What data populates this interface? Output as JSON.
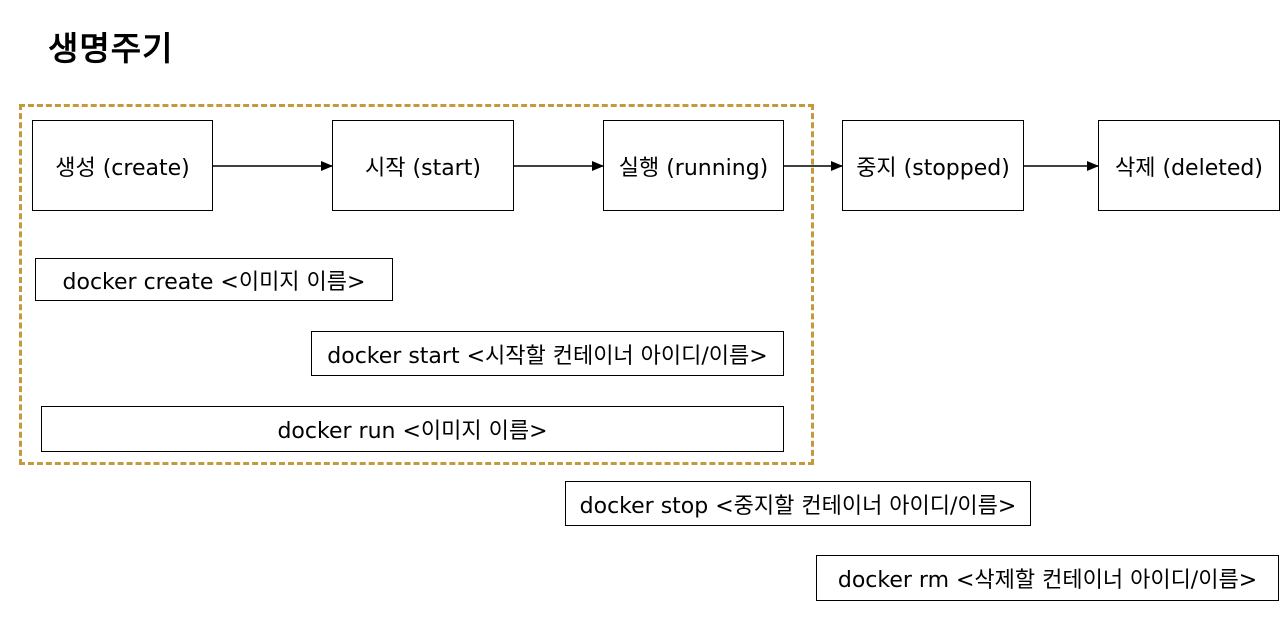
{
  "title": "생명주기",
  "colors": {
    "dashed_border": "#c39b3d",
    "stroke": "#000000"
  },
  "states": [
    {
      "label": "생성 (create)"
    },
    {
      "label": "시작 (start)"
    },
    {
      "label": "실행 (running)"
    },
    {
      "label": "중지 (stopped)"
    },
    {
      "label": "삭제 (deleted)"
    }
  ],
  "commands": [
    {
      "label": "docker create <이미지 이름>"
    },
    {
      "label": "docker start <시작할 컨테이너 아이디/이름>"
    },
    {
      "label": "docker run <이미지 이름>"
    },
    {
      "label": "docker stop <중지할 컨테이너 아이디/이름>"
    },
    {
      "label": "docker rm <삭제할 컨테이너 아이디/이름>"
    }
  ]
}
